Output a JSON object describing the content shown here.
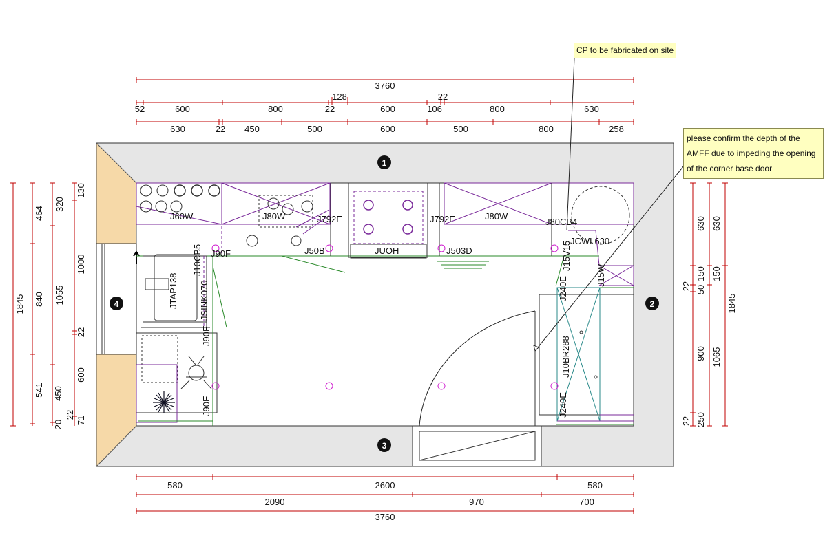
{
  "notes": {
    "cp": "CP to be fabricated on site",
    "amff_lines": [
      "please confirm the depth of the",
      "AMFF due to impeding the opening",
      "of the corner base door"
    ]
  },
  "walls": [
    "1",
    "2",
    "3",
    "4"
  ],
  "top_dims": {
    "overall": "3760",
    "row_mid_small": [
      "128",
      "22"
    ],
    "row_upper": [
      "52",
      "600",
      "800",
      "22",
      "600",
      "106",
      "800",
      "630"
    ],
    "row_lower": [
      "630",
      "22",
      "450",
      "500",
      "600",
      "500",
      "800",
      "258"
    ]
  },
  "bottom_dims": {
    "row1": [
      "580",
      "2600",
      "580"
    ],
    "row2": [
      "2090",
      "970",
      "700"
    ],
    "overall": "3760"
  },
  "left_dims": {
    "col_a": [
      "1845"
    ],
    "col_b": [
      "464",
      "840",
      "541",
      "20"
    ],
    "col_c": [
      "320",
      "1055",
      "450",
      "22"
    ],
    "col_d": [
      "130",
      "1000",
      "22",
      "600",
      "71"
    ]
  },
  "right_dims": {
    "col_a": [
      "22",
      "50",
      "150",
      "900",
      "22",
      "250"
    ],
    "col_b": [
      "630",
      "150",
      "1065"
    ],
    "col_c": [
      "630",
      "1845"
    ]
  },
  "labels": {
    "j60w": "J60W",
    "j80w_a": "J80W",
    "j792e_a": "J792E",
    "j792e_b": "J792E",
    "j80w_b": "J80W",
    "j80cb4": "J80CB4",
    "jcwl630": "JCWL630",
    "j90f": "J90F",
    "j50b": "J50B",
    "juoh": "JUOH",
    "j503d": "J503D",
    "j10cb5": "J10CB5",
    "jtap138": "JTAP138",
    "jsink070": "JSINK070",
    "j90e_a": "J90E",
    "j90e_b": "J90E",
    "j15v15": "J15V15",
    "j15w": "J15W",
    "j240e_a": "J240E",
    "j240e_b": "J240E",
    "j10br288": "J10BR288"
  }
}
